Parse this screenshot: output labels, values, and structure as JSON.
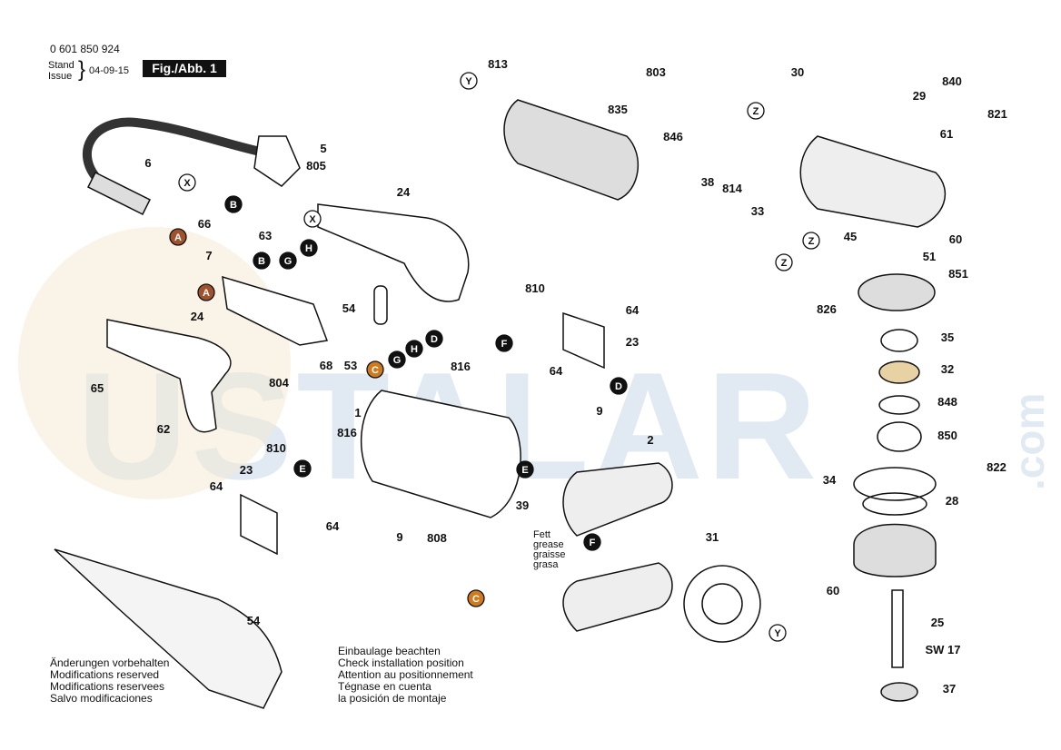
{
  "header": {
    "part_number": "0 601 850 924",
    "stand_label": "Stand",
    "issue_label": "Issue",
    "date": "04-09-15",
    "figure_label": "Fig./Abb. 1"
  },
  "notes_left": [
    "Änderungen vorbehalten",
    "Modifications reserved",
    "Modifications reservees",
    "Salvo modificaciones"
  ],
  "notes_right": [
    "Einbaulage beachten",
    "Check installation position",
    "Attention au positionnement",
    "Tégnase en cuenta",
    "la posición de montaje"
  ],
  "grease_note": [
    "Fett",
    "grease",
    "graisse",
    "grasa"
  ],
  "watermark": {
    "main": "USTALAR",
    "suffix": ".com"
  },
  "part_labels": [
    "813",
    "803",
    "30",
    "840",
    "29",
    "821",
    "835",
    "846",
    "38",
    "814",
    "33",
    "61",
    "5",
    "805",
    "6",
    "24",
    "66",
    "63",
    "60",
    "45",
    "51",
    "851",
    "7",
    "826",
    "35",
    "32",
    "848",
    "850",
    "810",
    "64",
    "23",
    "816",
    "9",
    "1",
    "2",
    "65",
    "62",
    "804",
    "68",
    "53",
    "54",
    "39",
    "808",
    "34",
    "28",
    "822",
    "31",
    "25",
    "SW 17",
    "37"
  ],
  "connectors": [
    "A",
    "B",
    "C",
    "D",
    "E",
    "F",
    "G",
    "H",
    "X",
    "Y",
    "Z"
  ]
}
